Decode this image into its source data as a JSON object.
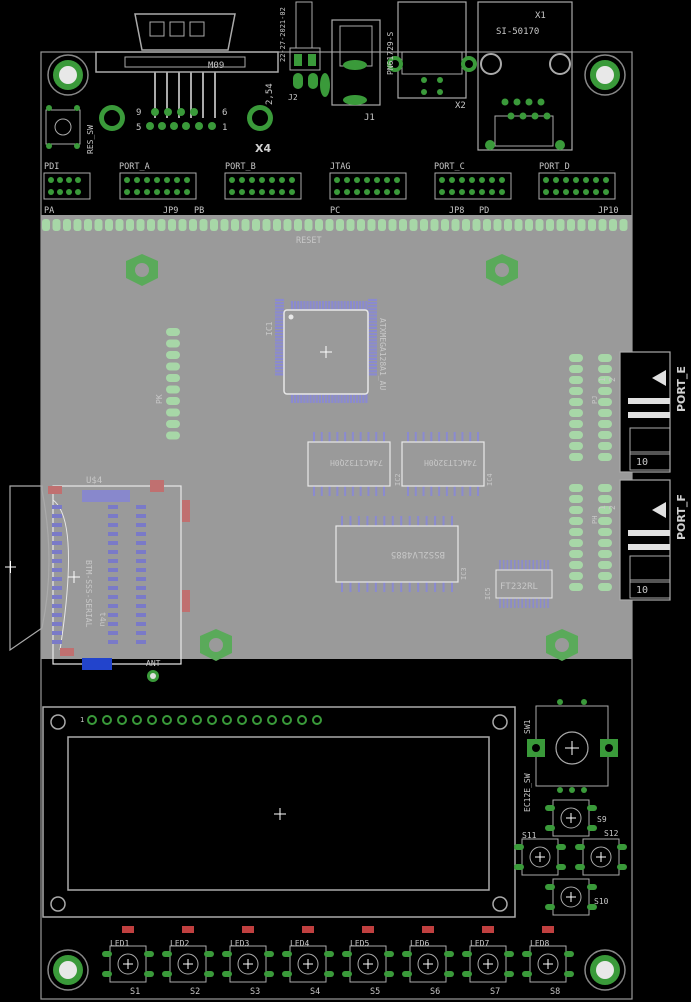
{
  "board": {
    "connector_top": "M09",
    "dsub_label": "X4",
    "pitch": "2,54",
    "j2_label": "J2",
    "j2_part": "22-27-2021-02",
    "j1_label": "J1",
    "x2_part": "PN61729-S",
    "x2_label": "X2",
    "x1_label": "X1",
    "x1_part": "SI-50170",
    "pin9": "9",
    "pin5": "5",
    "pin6": "6",
    "pin1": "1",
    "res_sw": "RES_SW",
    "headers": [
      "PDI",
      "PORT_A",
      "PORT_B",
      "JTAG",
      "PORT_C",
      "PORT_D"
    ],
    "bottom_labels": [
      "PA",
      "JP9",
      "PB",
      "PC",
      "JP8",
      "PD",
      "JP10"
    ],
    "reset": "RESET",
    "ic1": "IC1",
    "ic1_part": "ATXMEGA128A1_AU",
    "pk": "PK",
    "ic2": "IC2",
    "ic4": "IC4",
    "ic2_part": "74AC1T32Q0H",
    "ic4_part": "74AC1T32Q0H",
    "ic3": "IC3",
    "ic3_part": "BSS2LV4885",
    "ic5": "IC5",
    "ic5_part": "FT232RL",
    "pj": "PJ",
    "ph": "PH",
    "port_e": "PORT_E",
    "port_f": "PORT_F",
    "ten": "10",
    "one": "1",
    "two": "2",
    "u4": "U$4",
    "sd_part": "BTM-SSS-SERIAL",
    "sd_part2": "t4u",
    "ant": "ANT",
    "sw1": "SW1",
    "ec": "EC12E_SW",
    "s9": "S9",
    "s10": "S10",
    "s11": "S11",
    "s12": "S12",
    "leds": [
      "LED1",
      "LED2",
      "LED3",
      "LED4",
      "LED5",
      "LED6",
      "LED7",
      "LED8"
    ],
    "buttons": [
      "S1",
      "S2",
      "S3",
      "S4",
      "S5",
      "S6",
      "S7",
      "S8"
    ],
    "lcd_pin1": "1"
  }
}
